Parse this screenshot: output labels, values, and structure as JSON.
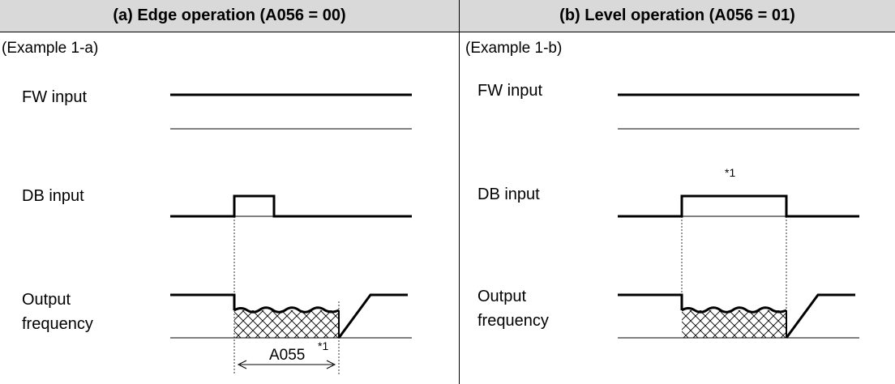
{
  "panel_a": {
    "header": "(a) Edge operation (A056 = 00)",
    "example": "(Example 1-a)",
    "fw_label": "FW input",
    "db_label": "DB input",
    "out_label_1": "Output",
    "out_label_2": "frequency",
    "interval_label": "A055",
    "note_mark": "*1"
  },
  "panel_b": {
    "header": "(b) Level operation (A056 = 01)",
    "example": "(Example 1-b)",
    "fw_label": "FW input",
    "db_label": "DB input",
    "out_label_1": "Output",
    "out_label_2": "frequency",
    "note_mark": "*1"
  }
}
